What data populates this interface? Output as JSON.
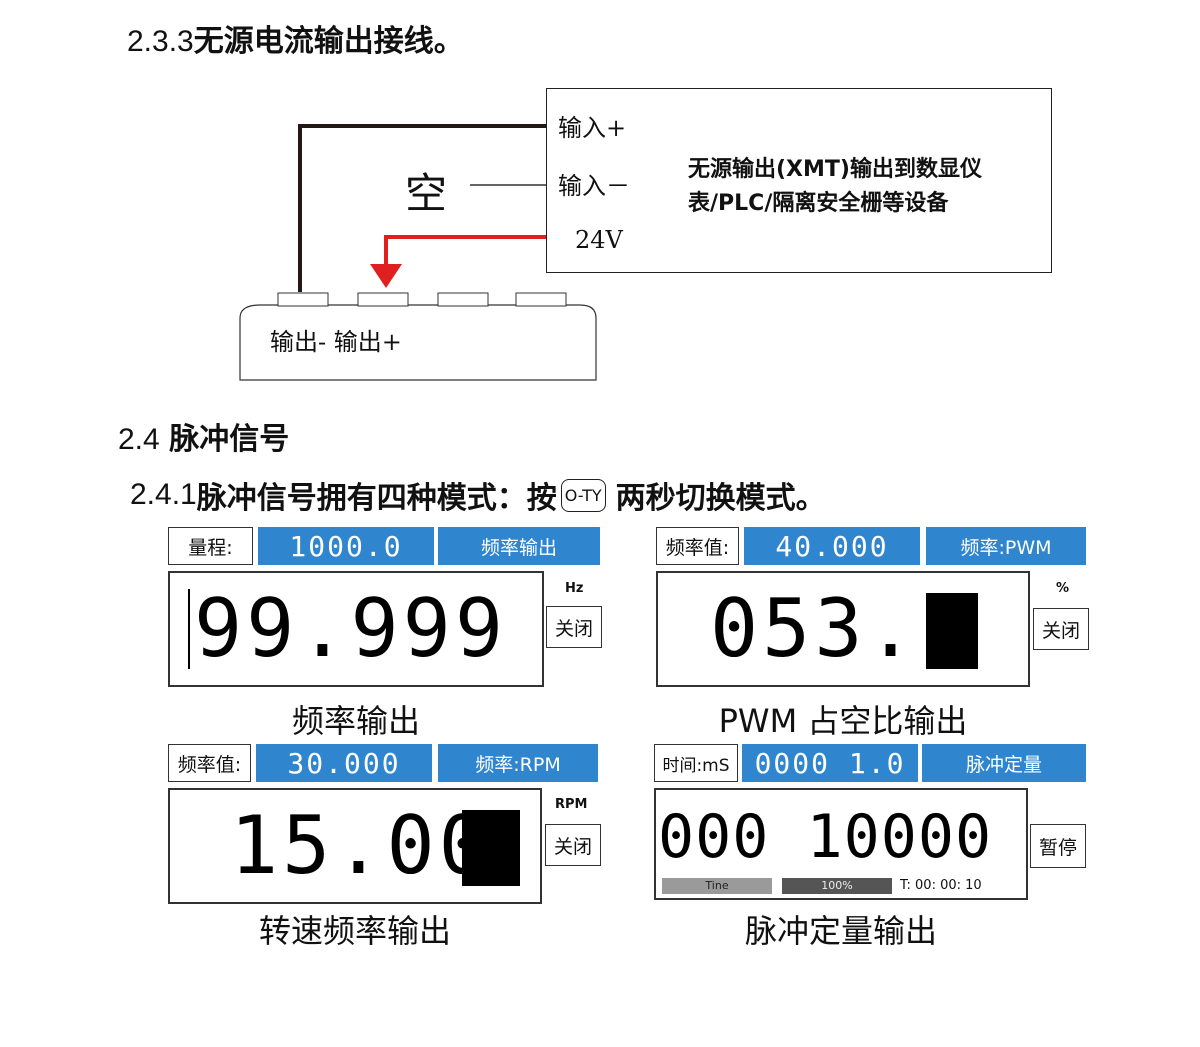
{
  "section_233": {
    "number": "2.3.3",
    "title": "无源电流输出接线。"
  },
  "wiring": {
    "input_plus": "输入+",
    "input_minus": "输入－",
    "v24": "24V",
    "empty": "空",
    "device_desc_line1": "无源输出(XMT)输出到数显仪",
    "device_desc_line2": "表/PLC/隔离安全栅等设备",
    "terminal_labels": "输出- 输出+",
    "colors": {
      "red_wire": "#e02020",
      "black_wire": "#231815"
    }
  },
  "section_24": {
    "number": "2.4",
    "title": "脉冲信号"
  },
  "section_241": {
    "number": "2.4.1",
    "title_part1": "脉冲信号拥有四种模式：按",
    "button": "O-TY",
    "title_part2": "两秒切换模式。"
  },
  "panels": [
    {
      "label": "量程:",
      "value": "1000.0",
      "mode": "频率输出",
      "display": "99.999",
      "unit": "Hz",
      "side_button": "关闭",
      "caption": "频率输出"
    },
    {
      "label": "频率值:",
      "value": "40.000",
      "mode": "频率:PWM",
      "display": "053.",
      "unit": "%",
      "side_button": "关闭",
      "caption": "PWM 占空比输出"
    },
    {
      "label": "频率值:",
      "value": "30.000",
      "mode": "频率:RPM",
      "display": "15.00",
      "unit": "RPM",
      "side_button": "关闭",
      "caption": "转速频率输出"
    },
    {
      "label": "时间:mS",
      "value": "0000 1.0",
      "mode": "脉冲定量",
      "display": "000 10000",
      "side_button": "暂停",
      "bar_label": "Tine",
      "bar_value": "100%",
      "time_text": "T: 00: 00: 10",
      "caption": "脉冲定量输出"
    }
  ],
  "accent_color": "#2f86cf"
}
